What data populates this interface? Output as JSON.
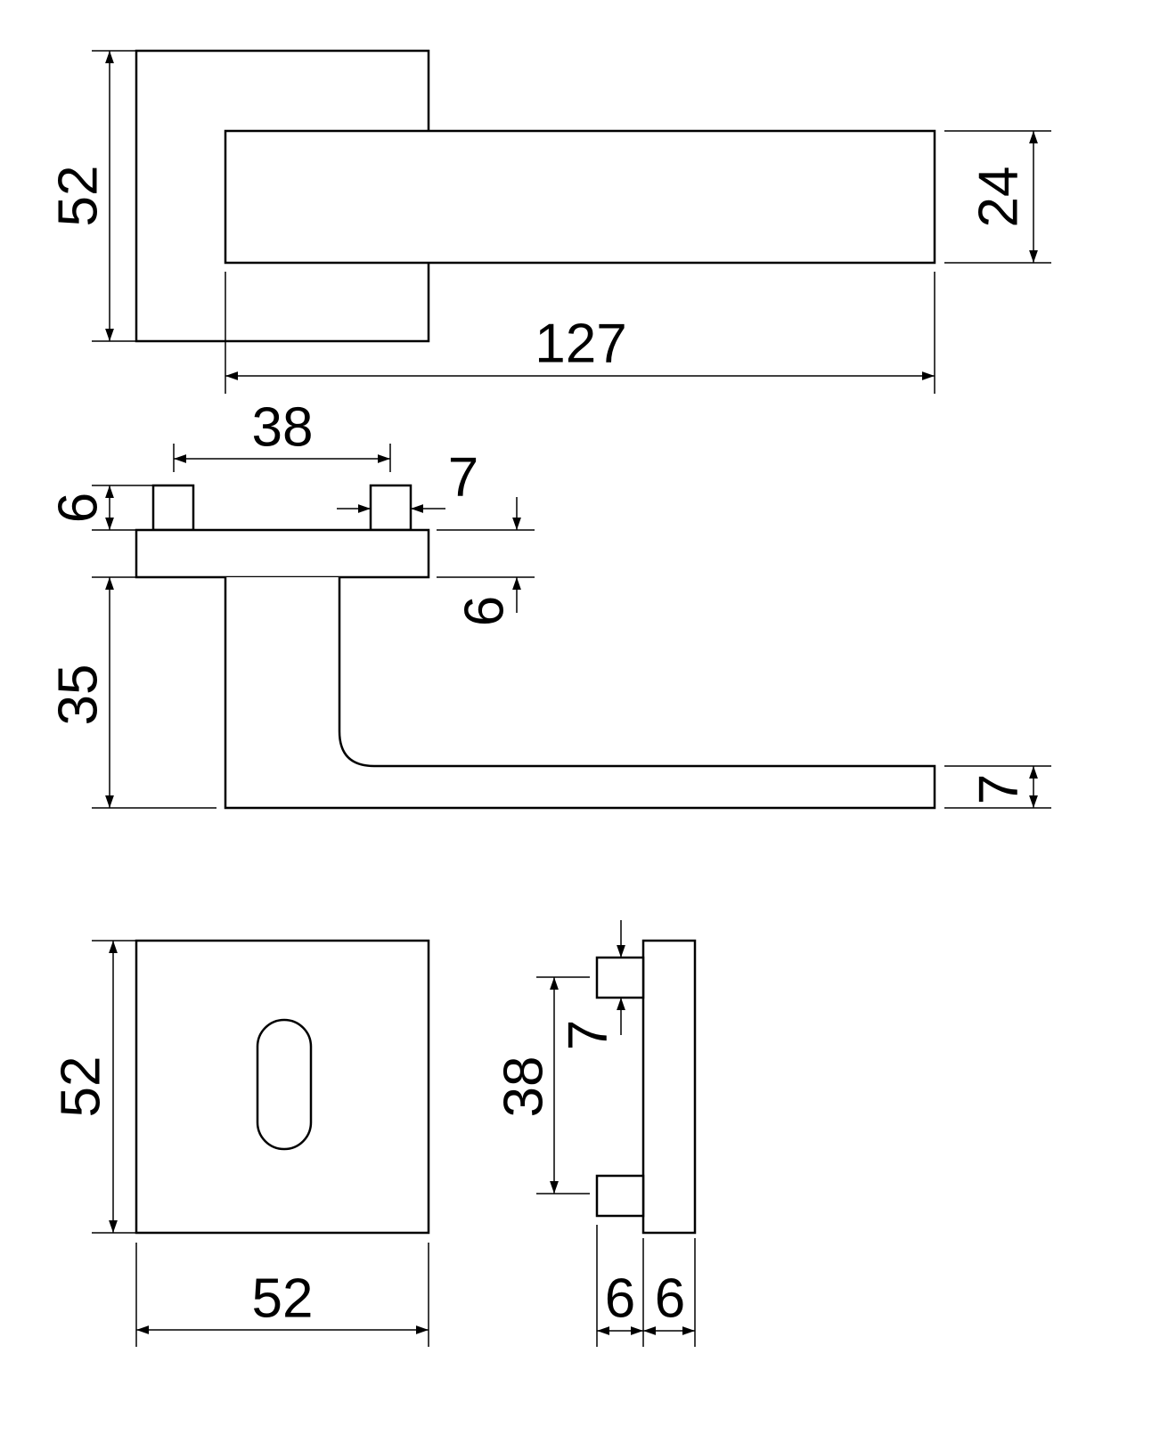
{
  "top_view": {
    "height": "52",
    "handle_height": "24",
    "length": "127"
  },
  "side_view": {
    "pin_spacing": "38",
    "pin_width": "7",
    "pin_height": "6",
    "base_thickness": "6",
    "projection": "35",
    "lever_thickness": "7"
  },
  "escutcheon_front": {
    "height": "52",
    "width": "52"
  },
  "escutcheon_side": {
    "pin_spacing": "38",
    "pin_width": "7",
    "pin_depth": "6",
    "plate_depth": "6"
  }
}
